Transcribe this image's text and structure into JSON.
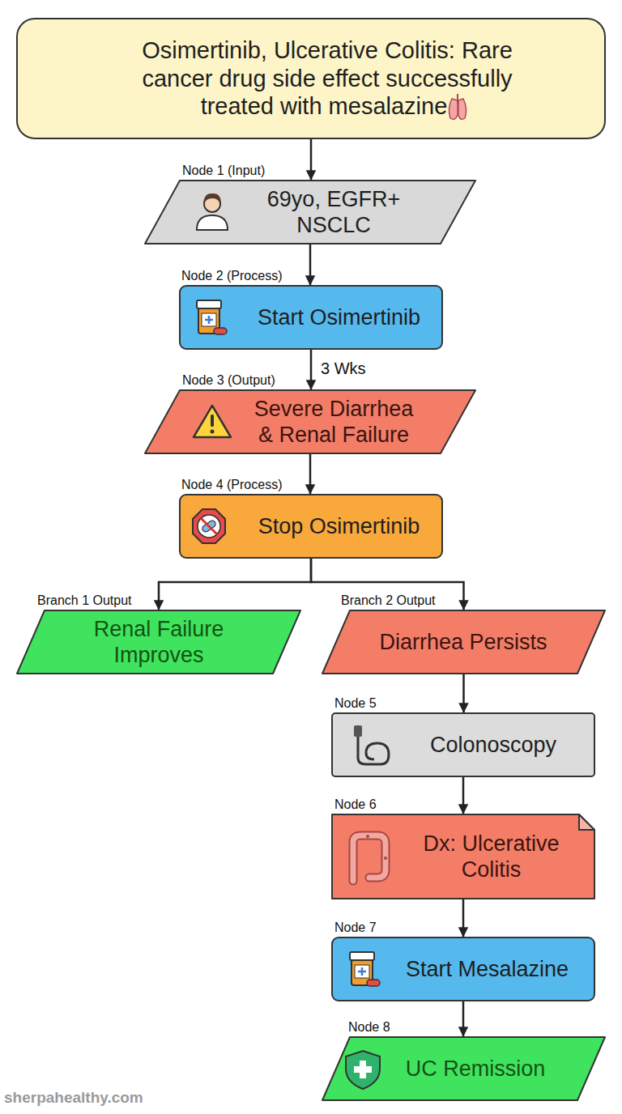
{
  "diagram": {
    "nodes": [
      {
        "text": [
          "Osimertinib, Ulcerative Colitis: Rare cancer drug side effect successfully treated with mesalazine."
        ]
      },
      {
        "text": [
          "Node 1 (Input)",
          "69yo, EGFR+ NSCLC"
        ]
      },
      {
        "text": [
          "Node 2 (Process)",
          "Start Osimertinib"
        ]
      },
      {
        "text": [
          "Node 3 (Output)",
          "Severe Diarrhea & Renal Failure"
        ]
      },
      {
        "text": [
          "Node 4 (Process)",
          "Stop Osimertinib"
        ]
      },
      {
        "text": [
          "Branch 1 Output",
          "Renal Failure Improves"
        ]
      },
      {
        "text": [
          "Branch 2 Output",
          "Diarrhea Persists"
        ]
      },
      {
        "text": [
          "Node 5",
          "Colonoscopy"
        ]
      },
      {
        "text": [
          "Node 6",
          "Dx: Ulcerative Colitis"
        ]
      },
      {
        "text": [
          "Node 7",
          "Start Mesalazine"
        ]
      },
      {
        "text": [
          "Node 8",
          "UC Remission"
        ]
      }
    ],
    "edges": [
      {
        "from": 0,
        "to": 1,
        "arrow": "to"
      },
      {
        "from": 1,
        "to": 2,
        "arrow": "to"
      },
      {
        "from": 2,
        "to": 3,
        "label": "3 Wks",
        "arrow": "to"
      },
      {
        "from": 3,
        "to": 4,
        "arrow": "to"
      },
      {
        "from": 4,
        "to": 5,
        "arrow": "to"
      },
      {
        "from": 4,
        "to": 6,
        "arrow": "to"
      },
      {
        "from": 6,
        "to": 7,
        "arrow": "to"
      },
      {
        "from": 7,
        "to": 8,
        "arrow": "to"
      },
      {
        "from": 8,
        "to": 9,
        "arrow": "to"
      },
      {
        "from": 9,
        "to": 10,
        "arrow": "to"
      }
    ],
    "labels": [
      "sherpahealthy.com"
    ]
  }
}
